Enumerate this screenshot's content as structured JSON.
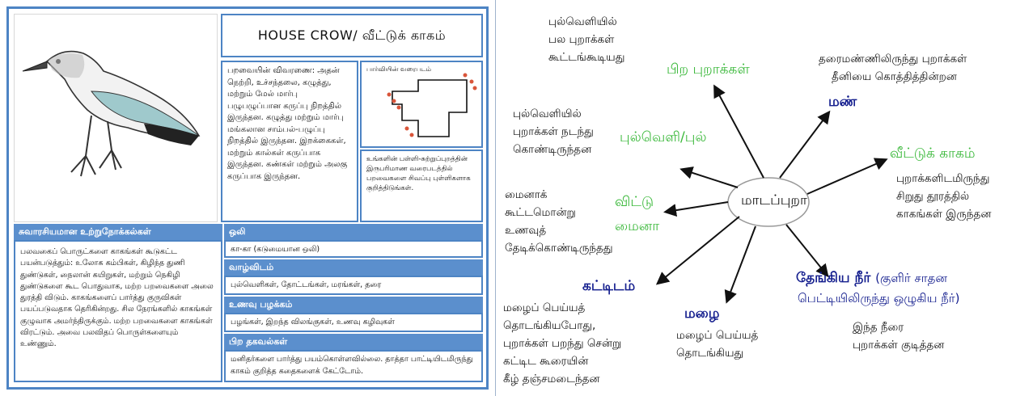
{
  "worksheet": {
    "title": "HOUSE CROW/ வீட்டுக் காகம்",
    "description": "பறவையின் விவரணை: அதன் நெற்றி, உச்சந்தலை, கழுத்து, மற்றும் மேல் மார்பு பழுபழுப்பான கருப்பு நிறத்தில் இருந்தன. கழுத்து மற்றும் மார்பு மங்கலான சாம்பல்-பழுப்பு நிறத்தில் இருந்தன. இறக்கைகள், மற்றும் கால்கள் கருப்பாக இருந்தன. கண்கள் மற்றும் அலகு கருப்பாக இருந்தன.",
    "map_label": "பார்வியின் வரைபடம்",
    "notes": "உங்களின் பள்ளி-சுற்றுப்புறத்தின் இருபரிமாண வரைபடத்தில் பறவைகளை சிவப்பு புள்ளிகளாக குறித்திடுங்கள்.",
    "observations_header": "சுவாரசியமான உற்றுநோக்கல்கள்",
    "observations": "பலவகைப் பொருட்களை காகங்கள் கூடுகட்ட பயன்படுத்தும்: உலோக கம்பிகள், கிழிந்த துணி துண்டுகள், நைலான் கயிறுகள், மற்றும் நெகிழி துண்டுகளை கூட பொதுவாக, மற்ற பறவைகளை அலை துரத்தி விடும். காகங்களைப் பார்த்து குருவிகள் பயப்படுவதாக தெரிகின்றது. சில நேரங்களில் காகங்கள் குழுவாக அமர்ந்திருக்கும். மற்ற பறவைகளை காகங்கள் விரட்டும். அவை பலவிதப் பொருள்களையும் உண்ணும்.",
    "sound_header": "ஒலி",
    "sound": "கா-கா (கடுமையான ஒலி)",
    "habitat_header": "வாழ்விடம்",
    "habitat": "புல்வெளிகள், தோட்டங்கள், மரங்கள், தரை",
    "food_header": "உணவு பழக்கம்",
    "food": "பழங்கள், இறந்த விலங்குகள், உணவு கழிவுகள்",
    "other_header": "பிற தகவல்கள்",
    "other": "மனிதர்களை பார்த்து பயம்கொள்ளவில்லை. தாத்தா பாட்டியிடமிருந்து காகம் குறித்த கதைகளைக் கேட்டோம்."
  },
  "web": {
    "center": "மாடப்புறா",
    "nodes": [
      {
        "label": "பிற புறாக்கள்",
        "note": [
          "புல்வெளியில்",
          "பல புறாக்கள்",
          "கூட்டங்கூடியது"
        ]
      },
      {
        "label": "புல்வெளி/புல்",
        "note": [
          "புல்வெளியில்",
          "புறாக்கள் நடந்து",
          "கொண்டிருந்தன"
        ]
      },
      {
        "label_lines": [
          "விட்டு",
          "மைனா"
        ],
        "note": [
          "மைனாக்",
          "கூட்டமொன்று",
          "உணவுத்",
          "தேடிக்கொண்டிருந்தது"
        ]
      },
      {
        "label": "கட்டிடம்",
        "note": [
          "மழைப் பெய்யத்",
          "தொடங்கியபோது,",
          "புறாக்கள் பறந்து சென்று",
          "கட்டிட கூரையின்",
          "கீழ் தஞ்சமடைந்தன"
        ]
      },
      {
        "label": "மழை",
        "note": [
          "மழைப் பெய்யத்",
          "தொடங்கியது"
        ]
      },
      {
        "label": "தேங்கிய நீர்",
        "label_suffix": "(குளிர் சாதன",
        "label_line2": "பெட்டியிலிருந்து ஒழுகிய நீர்)",
        "note": [
          "இந்த நீரை",
          "புறாக்கள் குடித்தன"
        ]
      },
      {
        "label": "வீட்டுக் காகம்",
        "note": [
          "புறாக்களிடமிருந்து",
          "சிறுது தூரத்தில்",
          "காகங்கள் இருந்தன"
        ]
      },
      {
        "label": "மண்",
        "note": [
          "தரைமண்ணிலிருந்து புறாக்கள்",
          "தீனியை கொத்தித்தின்றன"
        ]
      }
    ],
    "colors": {
      "green": "#3cb93c",
      "blue": "#16208f",
      "sheet_border": "#4d84c4"
    }
  }
}
